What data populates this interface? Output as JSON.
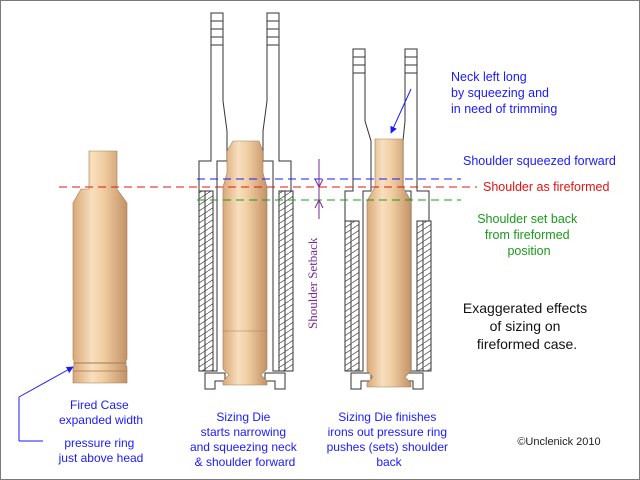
{
  "labels": {
    "neck_note": [
      "Neck left long",
      "by squeezing and",
      "in need of trimming"
    ],
    "shoulder_forward": "Shoulder squeezed forward",
    "shoulder_fireformed": "Shoulder as fireformed",
    "shoulder_setback": [
      "Shoulder set back",
      "from fireformed",
      "position"
    ],
    "setback_vertical": "Shoulder Setback",
    "effects_note": [
      "Exaggerated effects",
      "of sizing on",
      "fireformed case."
    ],
    "fired_case": [
      "Fired Case",
      "expanded width"
    ],
    "pressure_ring": [
      "pressure ring",
      "just above head"
    ],
    "sizing_die_1": [
      "Sizing Die",
      "starts narrowing",
      "and squeezing neck",
      "& shoulder forward"
    ],
    "sizing_die_2": [
      "Sizing Die finishes",
      "irons out pressure ring",
      "pushes (sets) shoulder",
      "back"
    ],
    "copyright": "©Unclenick 2010"
  },
  "colors": {
    "blue_text": "#1a1aff",
    "red_text": "#e81010",
    "green_text": "#1a9a1a",
    "purple_text": "#7a2a9a",
    "dark_text": "#111111",
    "brass_light": "#f6d9b2",
    "brass_mid": "#e2b88a",
    "brass_dark": "#b98a5c"
  }
}
